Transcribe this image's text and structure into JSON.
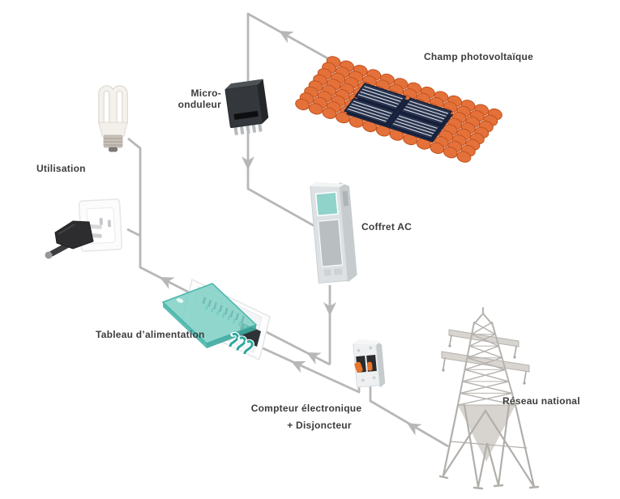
{
  "diagram": {
    "type": "isometric-flow-diagram",
    "labels": {
      "pv_field": "Champ photovoltaïque",
      "micro_inverter_line1": "Micro-",
      "micro_inverter_line2": "onduleur",
      "usage": "Utilisation",
      "ac_box": "Coffret AC",
      "distribution_board": "Tableau d’alimentation",
      "meter_line1": "Compteur électronique",
      "meter_line2": "+ Disjoncteur",
      "national_grid": "Réseau national"
    },
    "nodes": [
      {
        "id": "pv_field",
        "label": "Champ photovoltaïque"
      },
      {
        "id": "micro_inverter",
        "label": "Micro-onduleur"
      },
      {
        "id": "ac_box",
        "label": "Coffret AC"
      },
      {
        "id": "distribution_board",
        "label": "Tableau d’alimentation"
      },
      {
        "id": "usage",
        "label": "Utilisation"
      },
      {
        "id": "meter_breaker",
        "label": "Compteur électronique + Disjoncteur"
      },
      {
        "id": "national_grid",
        "label": "Réseau national"
      }
    ],
    "flows": [
      {
        "from": "pv_field",
        "to": "micro_inverter"
      },
      {
        "from": "micro_inverter",
        "to": "ac_box"
      },
      {
        "from": "ac_box",
        "to": "distribution_board"
      },
      {
        "from": "distribution_board",
        "to": "usage"
      },
      {
        "from": "national_grid",
        "to": "meter_breaker"
      },
      {
        "from": "meter_breaker",
        "to": "distribution_board"
      }
    ],
    "colors": {
      "connector": "#b7b7b7",
      "label_text": "#3c3c3c",
      "roof_tile": "#e5713a",
      "solar_panel": "#28334f",
      "teal_accent": "#7ed0c6",
      "switch_orange": "#e8752c",
      "device_dark": "#34383c",
      "pylon_gray": "#b6b2ae"
    }
  }
}
